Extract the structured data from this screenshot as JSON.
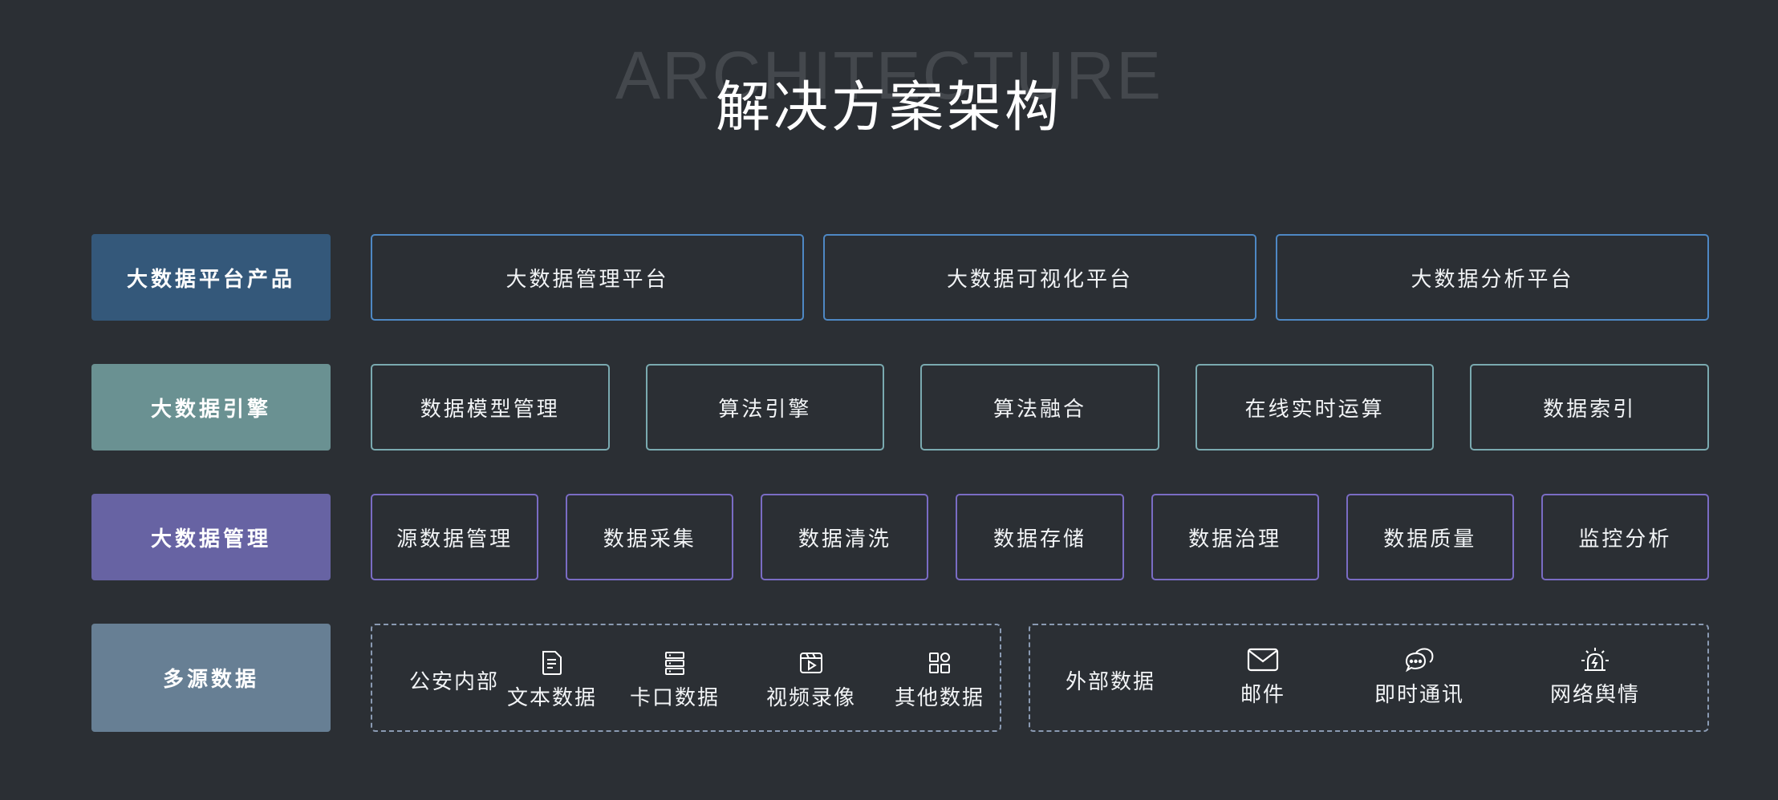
{
  "header": {
    "bg_word": "ARCHITECTURE",
    "title": "解决方案架构"
  },
  "colors": {
    "background": "#2b2f34",
    "platform_label": "#34587a",
    "engine_label": "#6a9192",
    "management_label": "#6763a3",
    "source_label": "#677f94",
    "platform_border": "#4e88c4",
    "engine_border": "#7aaab0",
    "management_border": "#7a6cc4",
    "source_border": "#8a9ab2"
  },
  "rows": {
    "platform": {
      "label": "大数据平台产品",
      "items": [
        "大数据管理平台",
        "大数据可视化平台",
        "大数据分析平台"
      ]
    },
    "engine": {
      "label": "大数据引擎",
      "items": [
        "数据模型管理",
        "算法引擎",
        "算法融合",
        "在线实时运算",
        "数据索引"
      ]
    },
    "management": {
      "label": "大数据管理",
      "items": [
        "源数据管理",
        "数据采集",
        "数据清洗",
        "数据存储",
        "数据治理",
        "数据质量",
        "监控分析"
      ]
    },
    "sources": {
      "label": "多源数据",
      "internal": {
        "title": "公安内部",
        "items": [
          {
            "label": "文本数据",
            "icon": "document-icon"
          },
          {
            "label": "卡口数据",
            "icon": "server-stack-icon"
          },
          {
            "label": "视频录像",
            "icon": "video-icon"
          },
          {
            "label": "其他数据",
            "icon": "grid-icon"
          }
        ]
      },
      "external": {
        "title": "外部数据",
        "items": [
          {
            "label": "邮件",
            "icon": "mail-icon"
          },
          {
            "label": "即时通讯",
            "icon": "chat-icon"
          },
          {
            "label": "网络舆情",
            "icon": "alarm-icon"
          }
        ]
      }
    }
  }
}
